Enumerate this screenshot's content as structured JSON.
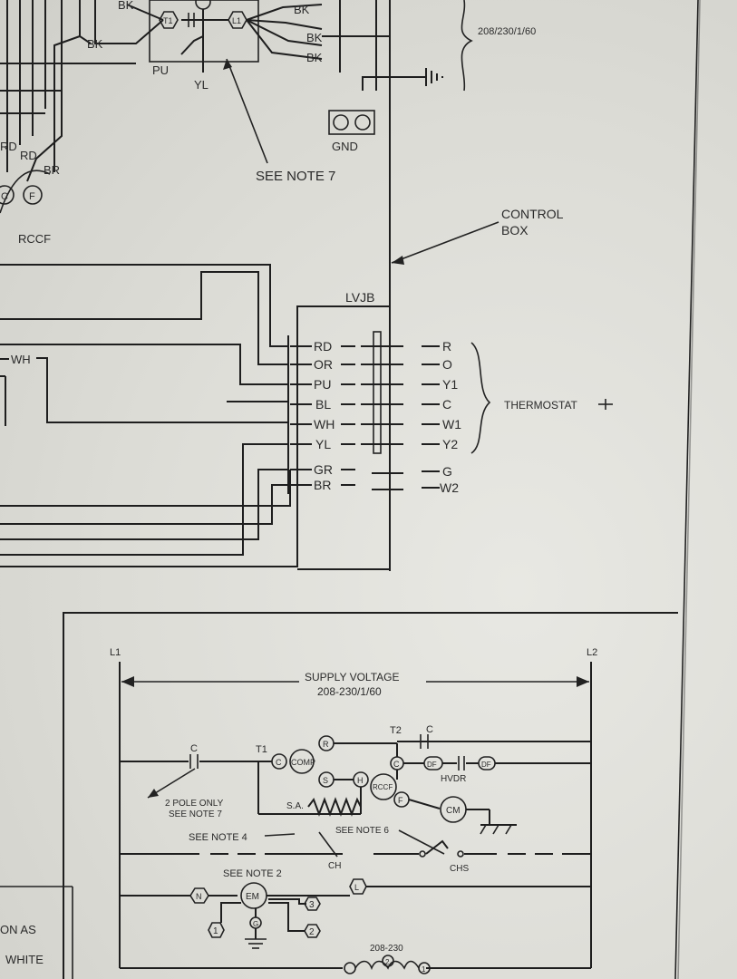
{
  "labels": {
    "bk_1": "BK",
    "bk_2": "BK",
    "bk_3": "BK",
    "bk_4": "BK",
    "bk_5": "BK",
    "t1_top": "T1",
    "l1_top": "L1",
    "pu_top": "PU",
    "yl_top": "YL",
    "rd_1": "RD",
    "rd_2": "RD",
    "br_top": "BR",
    "c_small": "C",
    "f_small": "F",
    "rccf": "RCCF",
    "see_note_7": "SEE NOTE 7",
    "gnd": "GND",
    "voltage_top": "208/230/1/60",
    "control_box_1": "CONTROL",
    "control_box_2": "BOX",
    "lvjb": "LVJB",
    "wh_left": "WH",
    "thermostat": "THERMOSTAT",
    "l1": "L1",
    "l2": "L2",
    "supply_voltage": "SUPPLY VOLTAGE",
    "supply_value": "208-230/1/60",
    "c_contact": "C",
    "t1_lower": "T1",
    "c_node": "C",
    "comp": "COMP",
    "r_node": "R",
    "s_node": "S",
    "t2": "T2",
    "c_upper": "C",
    "c_mid": "C",
    "df_1": "DF",
    "df_2": "DF",
    "hvdr": "HVDR",
    "h_node": "H",
    "rccf_lower": "RCCF",
    "f_node": "F",
    "cm": "CM",
    "sa": "S.A.",
    "two_pole_1": "2 POLE ONLY",
    "two_pole_2": "SEE NOTE 7",
    "see_note_4": "SEE NOTE 4",
    "see_note_6": "SEE NOTE 6",
    "ch": "CH",
    "chs": "CHS",
    "see_note_2": "SEE NOTE 2",
    "n_node": "N",
    "em": "EM",
    "l_node": "L",
    "three": "3",
    "one": "1",
    "two": "2",
    "g_node": "G",
    "v208": "208-230",
    "bottom_two": "2",
    "bottom_one": "1",
    "on_as": "ON AS",
    "white": "WHITE"
  },
  "terminal_rows": [
    {
      "wire": "RD",
      "tstat": "R"
    },
    {
      "wire": "OR",
      "tstat": "O"
    },
    {
      "wire": "PU",
      "tstat": "Y1"
    },
    {
      "wire": "BL",
      "tstat": "C"
    },
    {
      "wire": "WH",
      "tstat": "W1"
    },
    {
      "wire": "YL",
      "tstat": "Y2"
    },
    {
      "wire": "GR",
      "tstat": "G"
    },
    {
      "wire": "BR",
      "tstat": "W2"
    }
  ]
}
